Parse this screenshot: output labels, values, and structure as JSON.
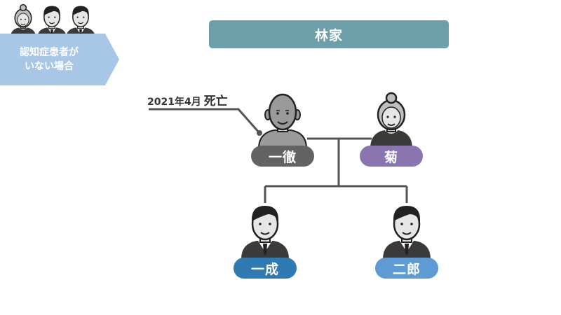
{
  "title": "林家",
  "corner_label": {
    "line1": "認知症患者が",
    "line2": "いない場合",
    "icons": [
      "grandmother-icon",
      "man-icon",
      "man-icon"
    ]
  },
  "death_note": {
    "date": "2021年4月",
    "status": "死亡"
  },
  "members": [
    {
      "id": "father",
      "name": "一徹",
      "icon": "bald-grandfather-icon",
      "color": "#636363"
    },
    {
      "id": "mother",
      "name": "菊",
      "icon": "grandmother-icon",
      "color": "#8a75b0"
    },
    {
      "id": "son1",
      "name": "一成",
      "icon": "businessman-icon",
      "color": "#2f7ab3"
    },
    {
      "id": "son2",
      "name": "二郎",
      "icon": "businessman-icon",
      "color": "#5e9bd5"
    }
  ],
  "colors": {
    "title_bar": "#6d9fa8",
    "corner_label": "#a8c6e6",
    "line": "#555555"
  }
}
